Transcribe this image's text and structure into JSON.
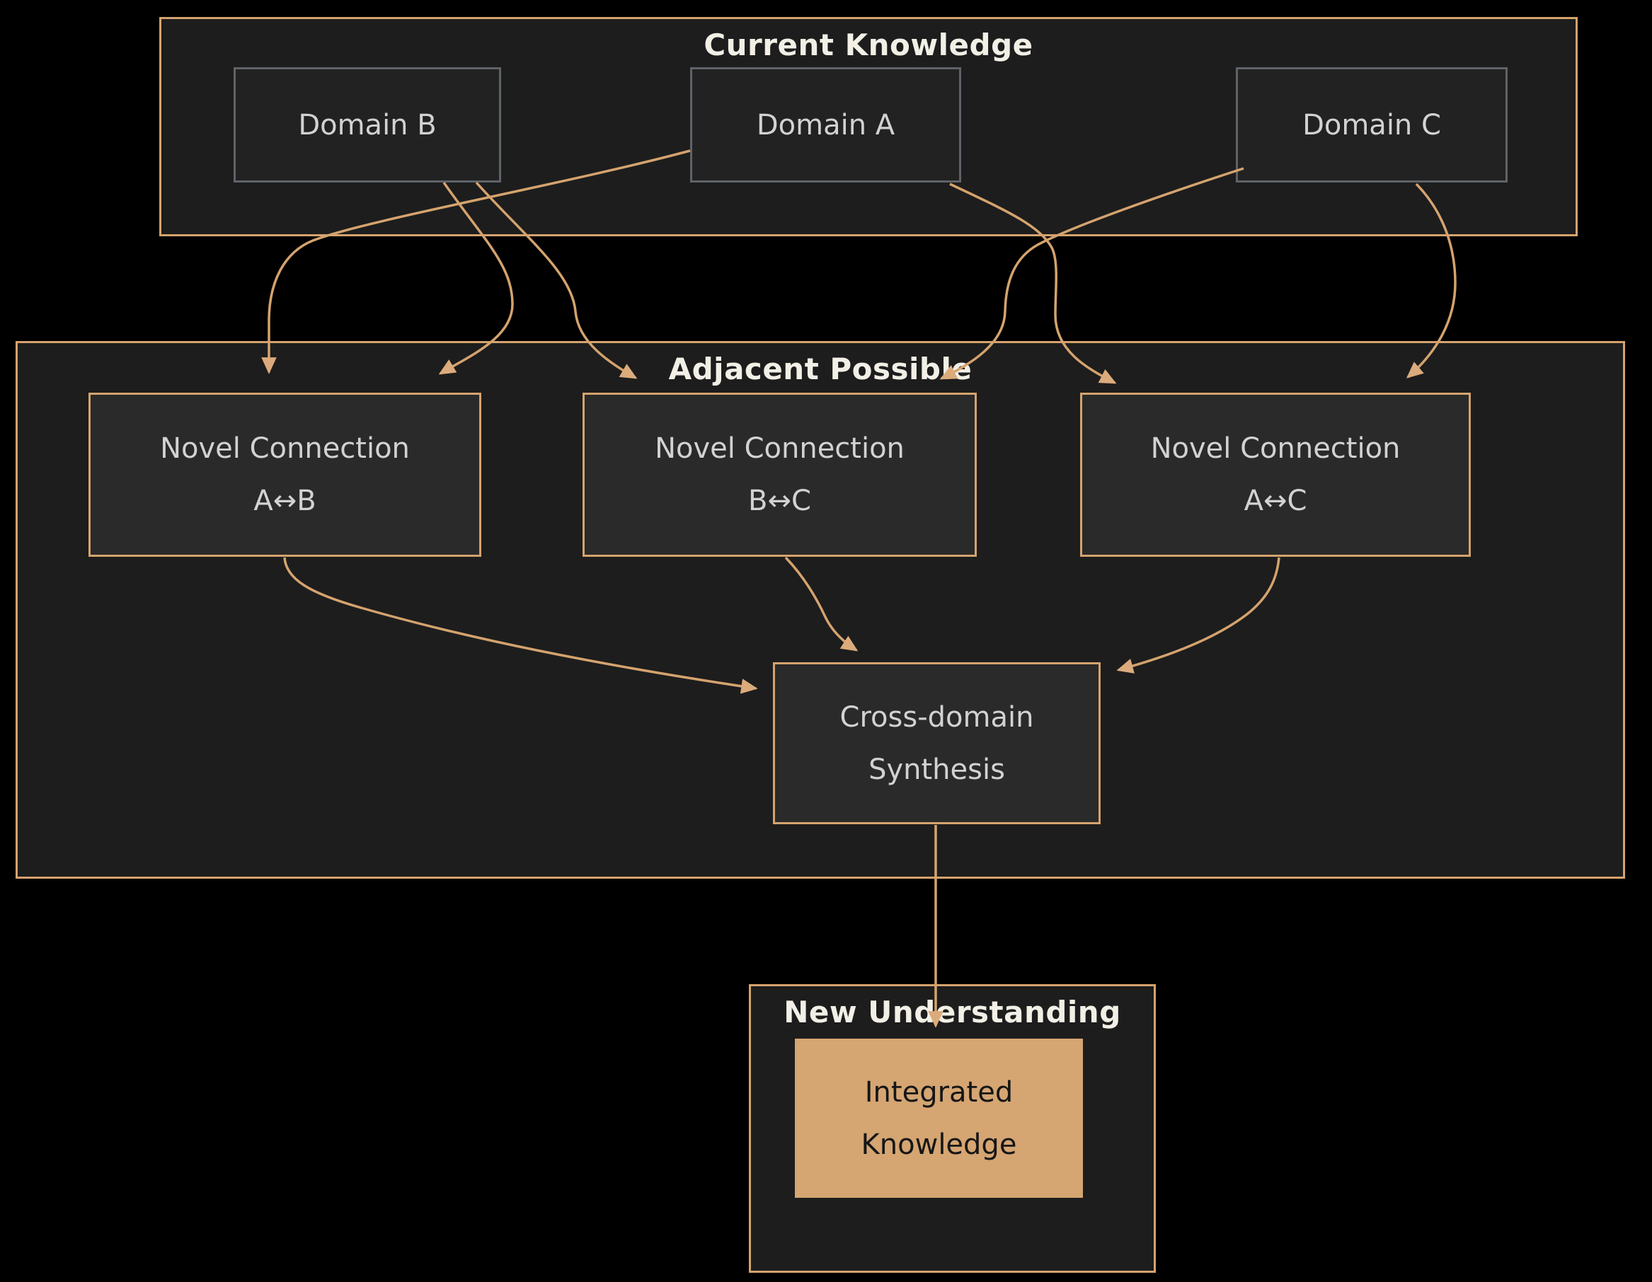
{
  "diagram": {
    "clusters": {
      "current_knowledge": {
        "title": "Current Knowledge"
      },
      "adjacent_possible": {
        "title": "Adjacent Possible"
      },
      "new_understanding": {
        "title": "New Understanding"
      }
    },
    "nodes": {
      "domain_b": {
        "label": "Domain B"
      },
      "domain_a": {
        "label": "Domain A"
      },
      "domain_c": {
        "label": "Domain C"
      },
      "novel_ab": {
        "line1": "Novel Connection",
        "line2": "A↔B"
      },
      "novel_bc": {
        "line1": "Novel Connection",
        "line2": "B↔C"
      },
      "novel_ac": {
        "line1": "Novel Connection",
        "line2": "A↔C"
      },
      "synthesis": {
        "line1": "Cross-domain",
        "line2": "Synthesis"
      },
      "integrated": {
        "line1": "Integrated",
        "line2": "Knowledge"
      }
    },
    "colors": {
      "background": "#000000",
      "cluster_fill": "#1d1d1d",
      "cluster_border": "#d5a36e",
      "edge_line": "#d5a36e",
      "arrowhead": "#dcab7c",
      "domain_node_border": "#5f6368",
      "node_fill": "#2a2a2a",
      "node_text": "#d2d2d2",
      "title_text": "#f2efe6",
      "integrated_fill": "#d5a572",
      "integrated_text": "#161616"
    }
  }
}
